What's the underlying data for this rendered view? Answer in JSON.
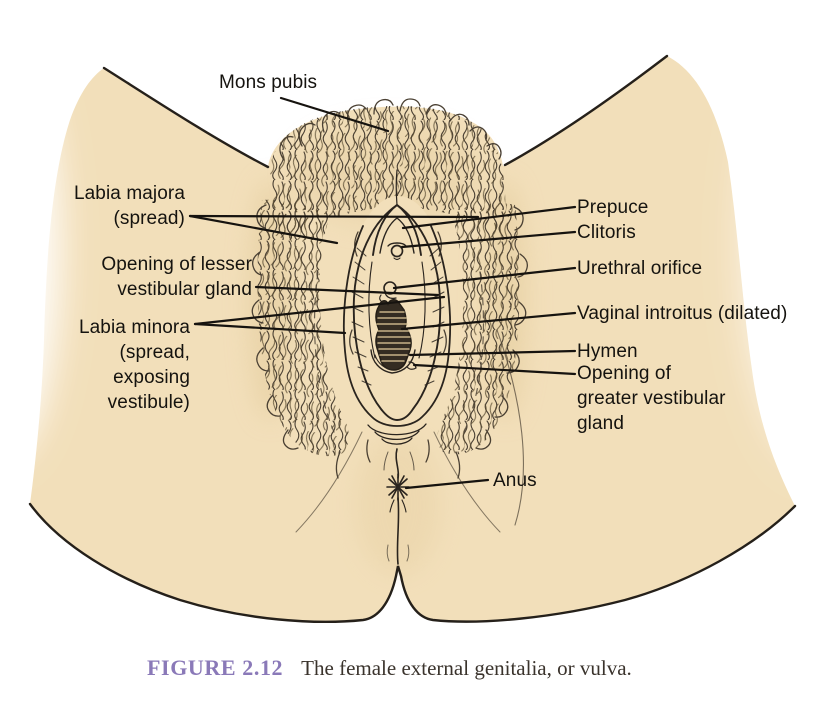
{
  "figure": {
    "caption_label": "FIGURE 2.12",
    "caption_text": "The female external genitalia, or vulva."
  },
  "labels": {
    "mons_pubis": "Mons pubis",
    "labia_majora": "Labia majora\n(spread)",
    "lesser_vestibular_gland": "Opening of lesser\nvestibular gland",
    "labia_minora": "Labia minora\n(spread,\nexposing\nvestibule)",
    "prepuce": "Prepuce",
    "clitoris": "Clitoris",
    "urethral_orifice": "Urethral orifice",
    "vaginal_introitus": "Vaginal introitus (dilated)",
    "hymen": "Hymen",
    "greater_vestibular_gland": "Opening of\ngreater vestibular\ngland",
    "anus": "Anus"
  },
  "colors": {
    "background": "#ffffff",
    "skin": "#f2dfba",
    "skin_shade": "#e4cc9d",
    "outline": "#25201a",
    "hair": "#4a4033",
    "introitus_dark": "#342c22",
    "label_text": "#15130f",
    "caption_accent": "#8a79b8",
    "caption_text": "#3a332c"
  }
}
